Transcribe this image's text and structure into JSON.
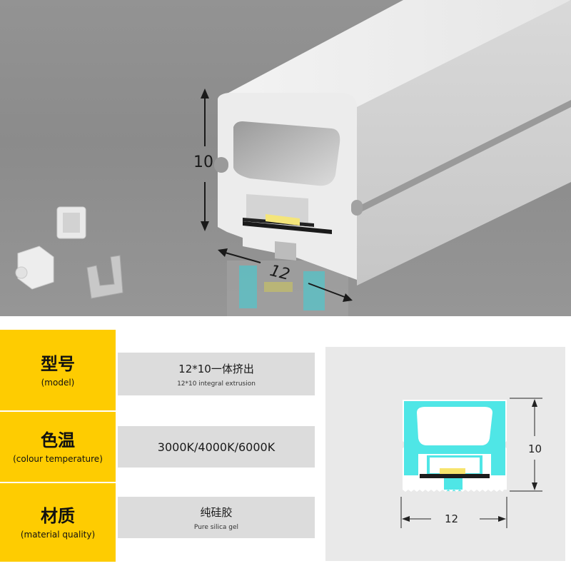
{
  "hero": {
    "dimension_height": "10",
    "dimension_width": "12"
  },
  "specs": [
    {
      "title": "型号",
      "subtitle": "(model)",
      "value": "12*10一体挤出",
      "value_sub": "12*10 integral extrusion"
    },
    {
      "title": "色温",
      "subtitle": "(colour temperature)",
      "value": "3000K/4000K/6000K",
      "value_sub": ""
    },
    {
      "title": "材质",
      "subtitle": "(material quality)",
      "value": "纯硅胶",
      "value_sub": "Pure silica gel"
    }
  ],
  "cross_section": {
    "height_label": "10",
    "width_label": "12"
  },
  "colors": {
    "label_bg": "#fecc01",
    "value_bg": "#dcdcdc",
    "glow": "#4fe6e6",
    "hero_bg": "#8f8f8f"
  }
}
